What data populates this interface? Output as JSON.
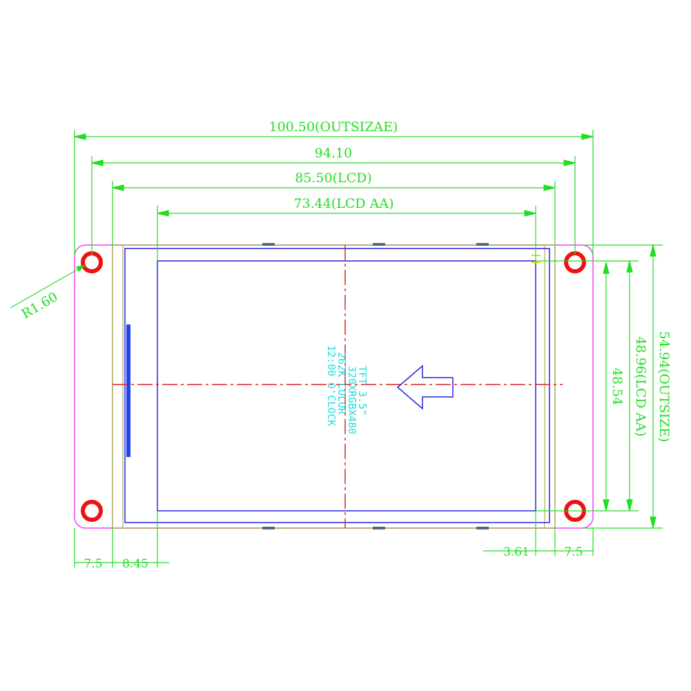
{
  "colors": {
    "dimension": "#22dd22",
    "outline_magenta": "#ee44ee",
    "outline_blue": "#2222dd",
    "outline_olive": "#aaaa55",
    "centerline": "#dd2222",
    "mount_hole": "#ee1111",
    "lcd_text": "#22dddd",
    "connector": "#2244ee"
  },
  "dimensions": {
    "width_outsize": "100.50(OUTSIZAE)",
    "width_holes": "94.10",
    "width_lcd": "85.50(LCD)",
    "width_lcd_aa": "73.44(LCD AA)",
    "height_outsize": "54.94(OUTSIZE)",
    "height_lcd_aa": "48.96(LCD AA)",
    "height_holes": "48.54",
    "corner_radius": "R1.60",
    "left_margin": "7.5",
    "left_offset": "8.45",
    "right_offset": "3.61",
    "right_margin": "7.5"
  },
  "lcd_label": {
    "line1": "TFT 3.5\"",
    "line2": "320XRGBX480",
    "line3": "262K COLOR",
    "line4": "12:00 O'CLOCK"
  },
  "icons": {
    "view_direction": "arrow-left-outline-icon",
    "mount_hole": "circle-hole-icon"
  }
}
